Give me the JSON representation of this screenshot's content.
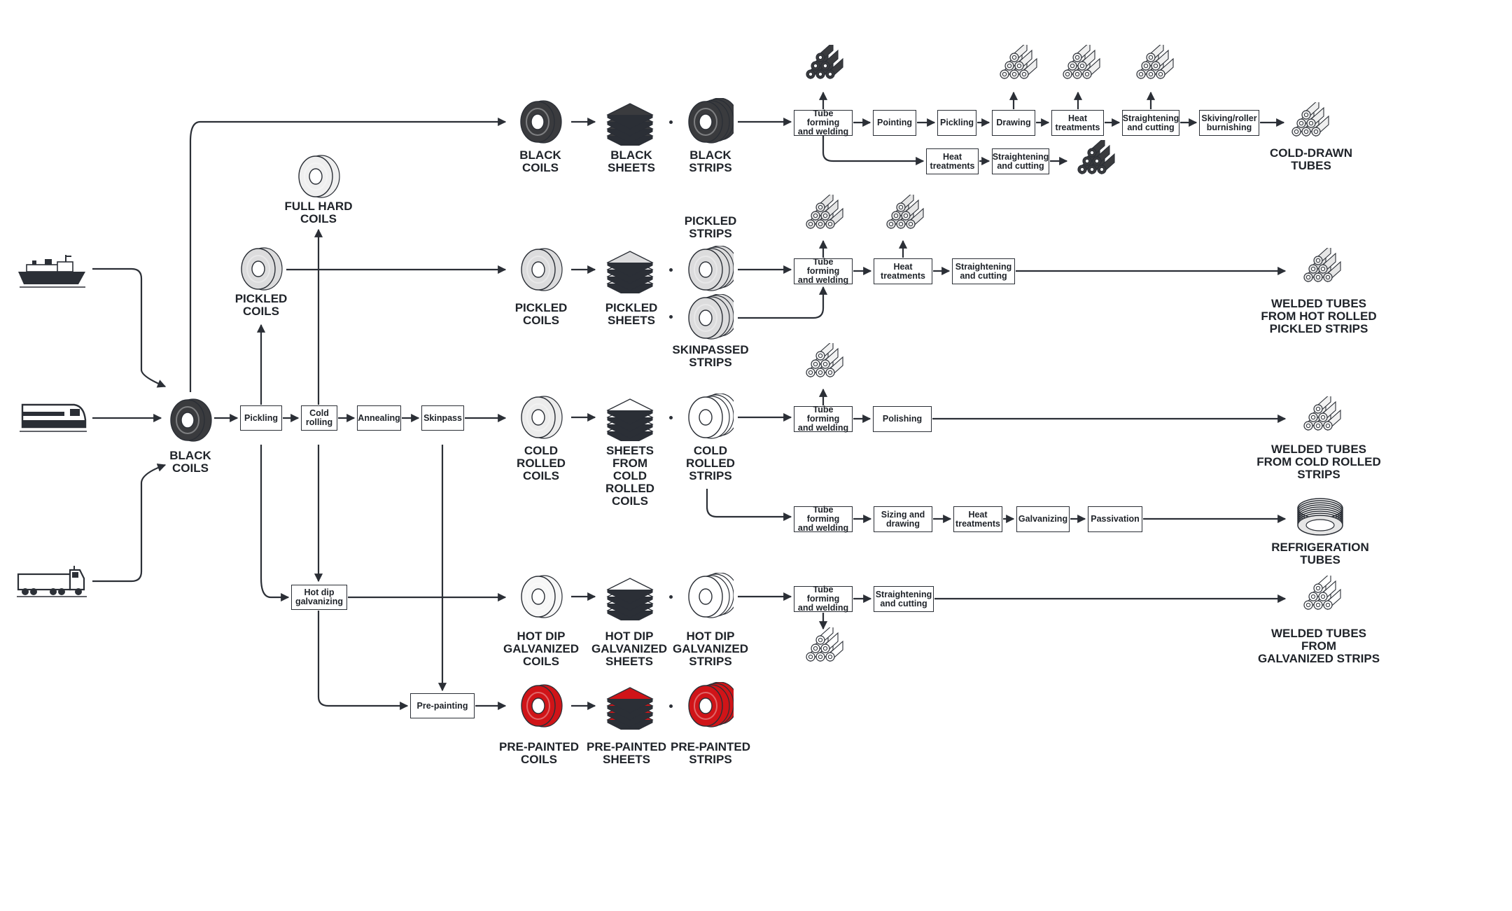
{
  "colors": {
    "line": "#2b2f36",
    "black_coil": "#3a3b3e",
    "red": "#d01418",
    "grey": "#a9aaae",
    "light": "#dcdcdd"
  },
  "icons": {
    "ship": "ship-icon",
    "train": "train-icon",
    "truck": "truck-icon",
    "coil": "coil-icon",
    "sheets": "sheet-stack-icon",
    "strips": "strip-rolls-icon",
    "tubes": "tube-bundle-icon",
    "tube_coil": "tube-coil-icon"
  },
  "products": {
    "black_coils_src": "BLACK\nCOILS",
    "pickled_coils_src": "PICKLED\nCOILS",
    "full_hard": "FULL HARD\nCOILS",
    "black_coils": "BLACK\nCOILS",
    "black_sheets": "BLACK\nSHEETS",
    "black_strips": "BLACK\nSTRIPS",
    "pickled_coils": "PICKLED\nCOILS",
    "pickled_sheets": "PICKLED\nSHEETS",
    "pickled_strips": "PICKLED\nSTRIPS",
    "skinpassed_strips": "SKINPASSED\nSTRIPS",
    "cold_rolled_coils": "COLD\nROLLED\nCOILS",
    "cold_sheets": "SHEETS\nFROM\nCOLD\nROLLED\nCOILS",
    "cold_strips": "COLD\nROLLED\nSTRIPS",
    "hdg_coils": "HOT DIP\nGALVANIZED\nCOILS",
    "hdg_sheets": "HOT DIP\nGALVANIZED\nSHEETS",
    "hdg_strips": "HOT DIP\nGALVANIZED\nSTRIPS",
    "pp_coils": "PRE-PAINTED\nCOILS",
    "pp_sheets": "PRE-PAINTED\nSHEETS",
    "pp_strips": "PRE-PAINTED\nSTRIPS",
    "cold_drawn": "COLD-DRAWN\nTUBES",
    "welded_hot": "WELDED TUBES\nFROM HOT ROLLED\nPICKLED STRIPS",
    "welded_cold": "WELDED TUBES\nFROM COLD ROLLED\nSTRIPS",
    "refrigeration": "REFRIGERATION\nTUBES",
    "welded_galv": "WELDED TUBES\nFROM\nGALVANIZED STRIPS"
  },
  "steps": {
    "pickling": "Pickling",
    "cold_rolling": "Cold\nrolling",
    "annealing": "Annealing",
    "skinpass": "Skinpass",
    "hot_dip": "Hot dip\ngalvanizing",
    "pre_painting": "Pre-painting",
    "r1_tube": "Tube forming\nand welding",
    "r1_pointing": "Pointing",
    "r1_pickling": "Pickling",
    "r1_drawing": "Drawing",
    "r1_heat": "Heat\ntreatments",
    "r1_straight": "Straightening\nand cutting",
    "r1_skiving": "Skiving/roller\nburnishing",
    "r1b_heat": "Heat\ntreatments",
    "r1b_straight": "Straightening\nand cutting",
    "r2_tube": "Tube forming\nand welding",
    "r2_heat": "Heat\ntreatments",
    "r2_straight": "Straightening\nand cutting",
    "r3_tube": "Tube forming\nand welding",
    "r3_polishing": "Polishing",
    "r4_tube": "Tube forming\nand welding",
    "r4_sizing": "Sizing and\ndrawing",
    "r4_heat": "Heat\ntreatments",
    "r4_galv": "Galvanizing",
    "r4_pass": "Passivation",
    "r5_tube": "Tube forming\nand welding",
    "r5_straight": "Straightening\nand cutting"
  }
}
